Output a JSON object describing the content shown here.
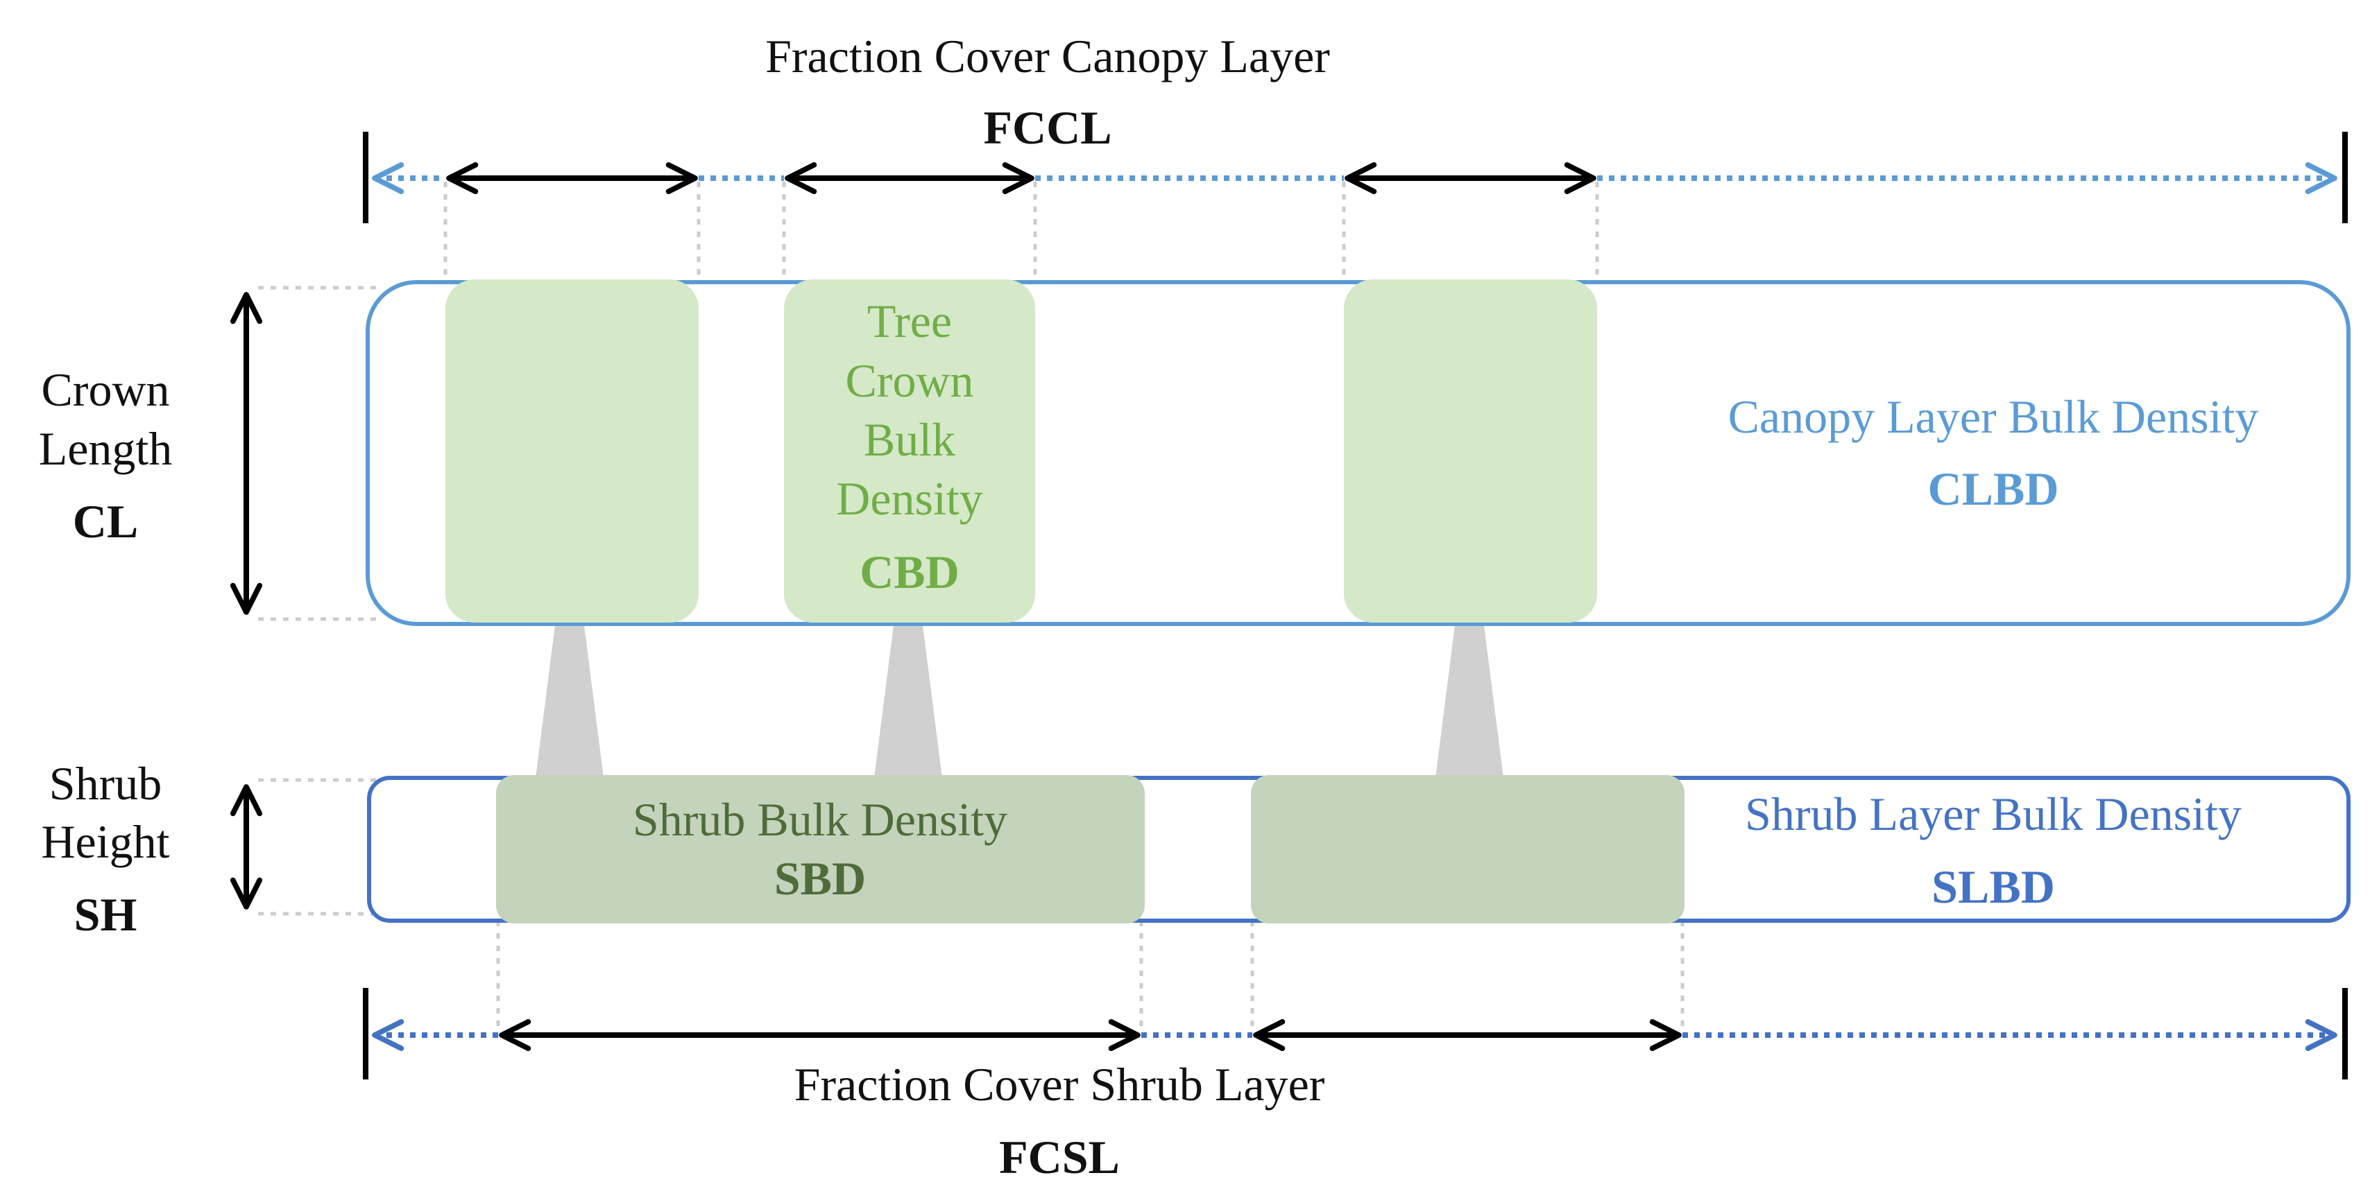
{
  "top_measure": {
    "title": "Fraction Cover Canopy Layer",
    "abbr": "FCCL"
  },
  "bottom_measure": {
    "title": "Fraction Cover Shrub Layer",
    "abbr": "FCSL"
  },
  "crown_length": {
    "line1": "Crown",
    "line2": "Length",
    "abbr": "CL"
  },
  "shrub_height": {
    "line1": "Shrub",
    "line2": "Height",
    "abbr": "SH"
  },
  "canopy_layer": {
    "label": "Canopy Layer Bulk Density",
    "abbr": "CLBD"
  },
  "shrub_layer": {
    "label": "Shrub Layer Bulk Density",
    "abbr": "SLBD"
  },
  "tree_crown": {
    "line1": "Tree",
    "line2": "Crown",
    "line3": "Bulk",
    "line4": "Density",
    "abbr": "CBD"
  },
  "shrub_bulk": {
    "label": "Shrub Bulk Density",
    "abbr": "SBD"
  },
  "colors": {
    "canopy_blue": "#5b9bd5",
    "shrub_blue": "#4472c4",
    "crown_fill": "#d5e8c8",
    "crown_text": "#70ad47",
    "shrub_fill": "#c4d3bc",
    "shrub_text": "#4e6b3a",
    "trunk": "#d0d0d0",
    "guide": "#cccccc"
  }
}
